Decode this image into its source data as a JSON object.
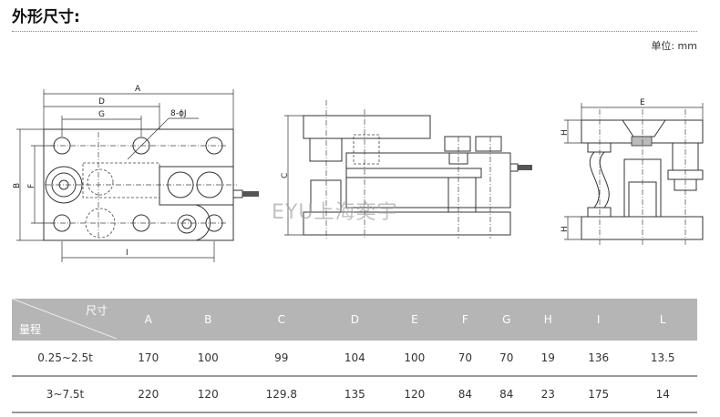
{
  "section_title": "外形尺寸:",
  "unit_label": "单位: mm",
  "drawing": {
    "labels": {
      "A": "A",
      "B": "B",
      "C": "C",
      "D": "D",
      "E": "E",
      "F": "F",
      "G": "G",
      "H": "H",
      "I": "I",
      "hole": "8-ϕJ"
    },
    "watermark": "EYU上海奕宇"
  },
  "table": {
    "corner_top": "尺寸",
    "corner_bottom": "量程",
    "headers": [
      "A",
      "B",
      "C",
      "D",
      "E",
      "F",
      "G",
      "H",
      "I",
      "L"
    ],
    "rows": [
      {
        "range": "0.25~2.5t",
        "values": [
          "170",
          "100",
          "99",
          "104",
          "100",
          "70",
          "70",
          "19",
          "136",
          "13.5"
        ]
      },
      {
        "range": "3~7.5t",
        "values": [
          "220",
          "120",
          "129.8",
          "135",
          "120",
          "84",
          "84",
          "23",
          "175",
          "14"
        ]
      }
    ]
  }
}
